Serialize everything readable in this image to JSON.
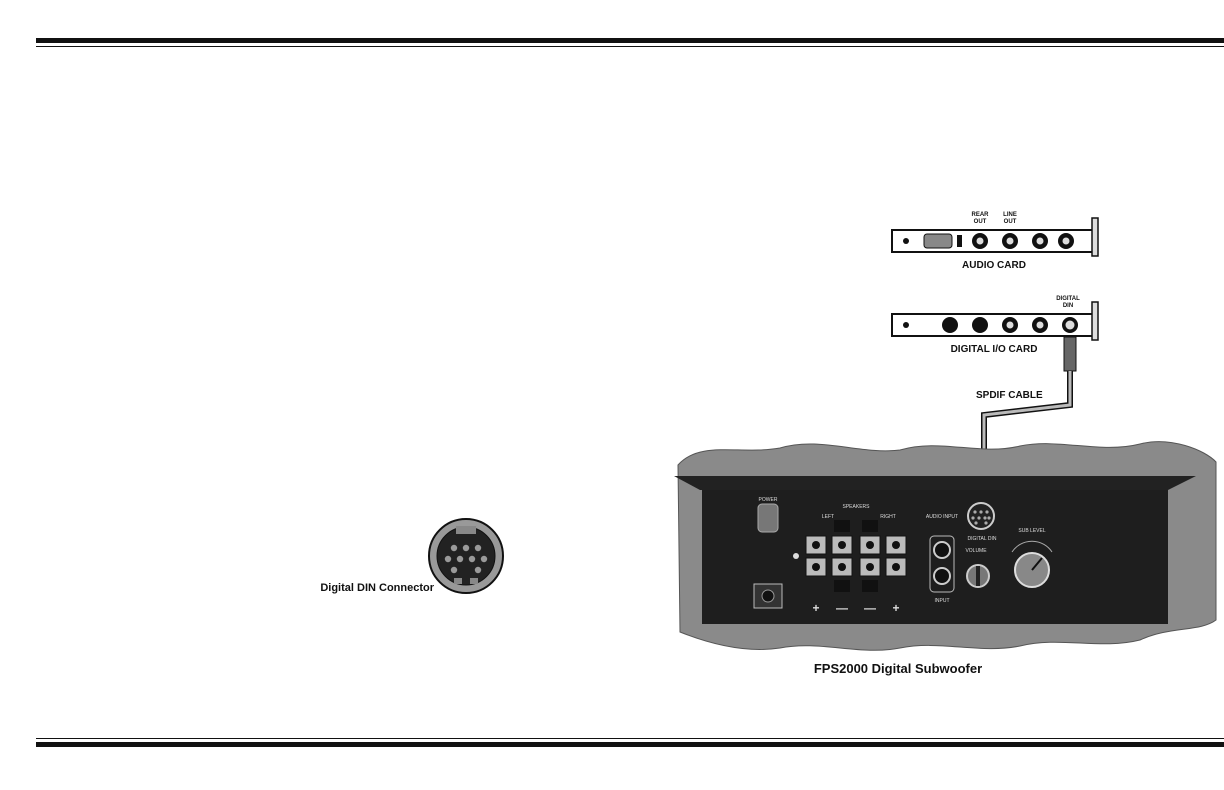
{
  "din": {
    "caption": "Digital DIN Connector"
  },
  "audio_card": {
    "title": "AUDIO CARD",
    "rear_out_line1": "REAR",
    "rear_out_line2": "OUT",
    "line_out_line1": "LINE",
    "line_out_line2": "OUT"
  },
  "digital_card": {
    "title": "DIGITAL I/O CARD",
    "din_line1": "DIGITAL",
    "din_line2": "DIN"
  },
  "cable": {
    "label": "SPDIF CABLE"
  },
  "subwoofer": {
    "caption": "FPS2000 Digital Subwoofer",
    "panel": {
      "speakers": "SPEAKERS",
      "left": "LEFT",
      "right": "RIGHT",
      "power": "POWER",
      "input": "INPUT",
      "audio_input": "AUDIO INPUT",
      "digital_din": "DIGITAL DIN",
      "volume": "VOLUME",
      "sub_level": "SUB LEVEL",
      "plus1": "+",
      "minus1": "—",
      "minus2": "—",
      "plus2": "+"
    }
  }
}
